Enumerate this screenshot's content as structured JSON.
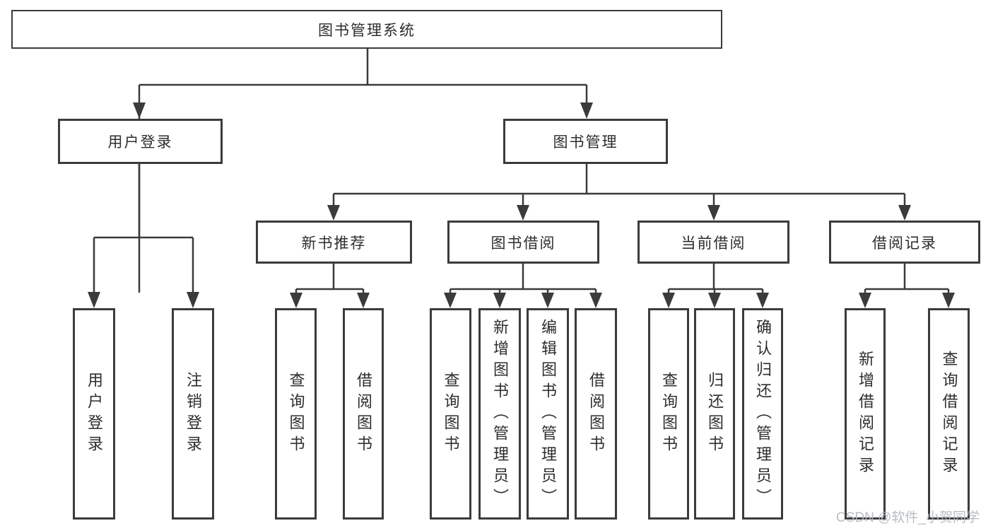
{
  "tree": {
    "root": {
      "label": "图书管理系统",
      "children": [
        {
          "label": "用户登录",
          "children": [
            {
              "label": "用户登录"
            },
            {
              "label": "注销登录"
            }
          ]
        },
        {
          "label": "图书管理",
          "children": [
            {
              "label": "新书推荐",
              "children": [
                {
                  "label": "查询图书"
                },
                {
                  "label": "借阅图书"
                }
              ]
            },
            {
              "label": "图书借阅",
              "children": [
                {
                  "label": "查询图书"
                },
                {
                  "label": "新增图书（管理员）"
                },
                {
                  "label": "编辑图书（管理员）"
                },
                {
                  "label": "借阅图书"
                }
              ]
            },
            {
              "label": "当前借阅",
              "children": [
                {
                  "label": "查询图书"
                },
                {
                  "label": "归还图书"
                },
                {
                  "label": "确认归还（管理员）"
                }
              ]
            },
            {
              "label": "借阅记录",
              "children": [
                {
                  "label": "新增借阅记录"
                },
                {
                  "label": "查询借阅记录"
                }
              ]
            }
          ]
        }
      ]
    }
  },
  "watermark": "CSDN @软件_小贺同学",
  "colors": {
    "line": "#3b3b3b",
    "text": "#2d2d2d",
    "watermark": "#b3b8bd",
    "background": "#ffffff"
  }
}
